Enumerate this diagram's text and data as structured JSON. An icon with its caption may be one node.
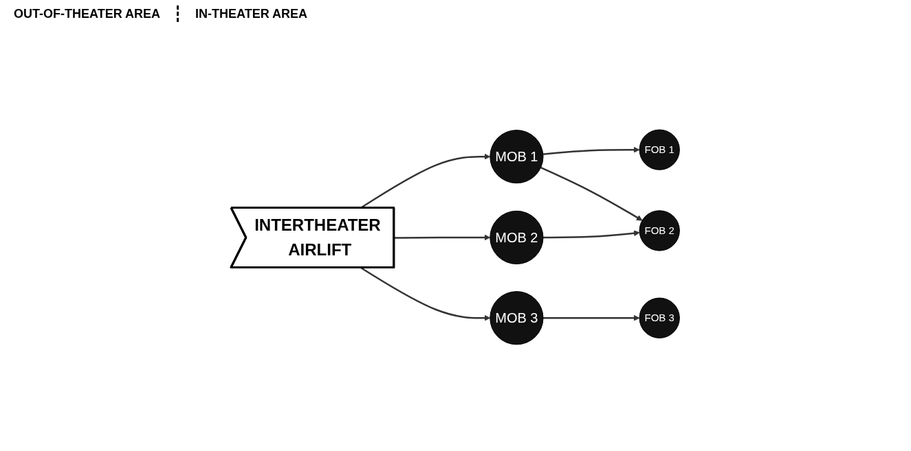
{
  "diagram": {
    "nodes": [
      {
        "text": [
          "INTERTHEATER AIRLIFT"
        ]
      },
      {
        "text": [
          "MOB 1"
        ]
      },
      {
        "text": [
          "MOB 2"
        ]
      },
      {
        "text": [
          "MOB 3"
        ]
      },
      {
        "text": [
          "FOB 1"
        ]
      },
      {
        "text": [
          "FOB 2"
        ]
      },
      {
        "text": [
          "FOB 3"
        ]
      }
    ],
    "edges": [
      {
        "from": 0,
        "to": 1,
        "arrow": "to"
      },
      {
        "from": 0,
        "to": 2,
        "arrow": "to"
      },
      {
        "from": 0,
        "to": 3,
        "arrow": "to"
      },
      {
        "from": 1,
        "to": 4,
        "arrow": "to"
      },
      {
        "from": 1,
        "to": 5,
        "arrow": "to"
      },
      {
        "from": 2,
        "to": 5,
        "arrow": "to"
      },
      {
        "from": 3,
        "to": 6,
        "arrow": "to"
      }
    ],
    "labels": [
      "OUT-OF-THEATER AREA",
      "IN-THEATER AREA"
    ]
  }
}
